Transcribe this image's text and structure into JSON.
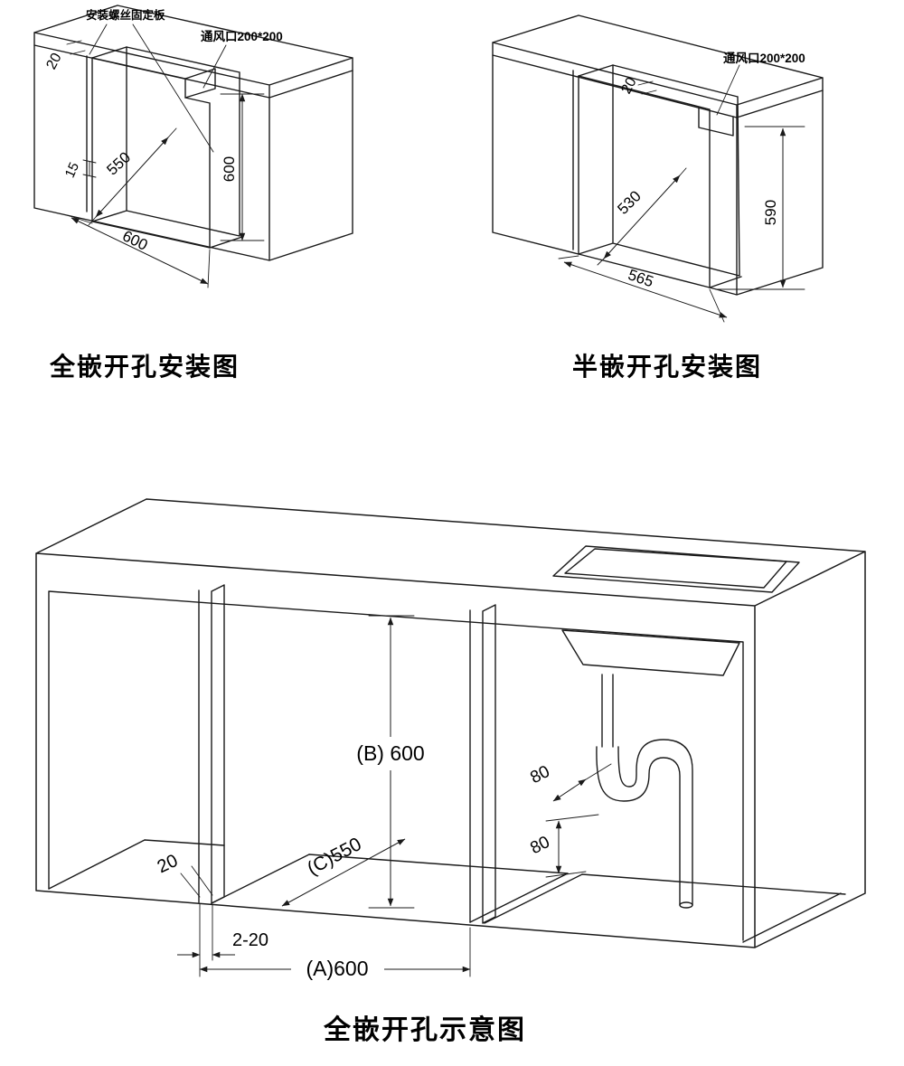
{
  "page": {
    "background": "#ffffff",
    "line_color": "#1a1a1a"
  },
  "diagram_full_embed": {
    "title": "全嵌开孔安装图",
    "labels": {
      "screw_plate": "安装螺丝固定板",
      "vent": "通风口200*200"
    },
    "dimensions": {
      "gap_top": "20",
      "plate_width": "15",
      "depth": "550",
      "height": "600",
      "width": "600"
    }
  },
  "diagram_semi_embed": {
    "title": "半嵌开孔安装图",
    "labels": {
      "vent": "通风口200*200"
    },
    "dimensions": {
      "gap_top": "20",
      "depth": "530",
      "height": "590",
      "width": "565"
    }
  },
  "diagram_schematic": {
    "title": "全嵌开孔示意图",
    "dimensions": {
      "height": "(B) 600",
      "depth": "(C)550",
      "panel_thickness": "20",
      "gap": "2-20",
      "width": "(A)600",
      "trap_offset": "80",
      "trap_height": "80"
    }
  }
}
